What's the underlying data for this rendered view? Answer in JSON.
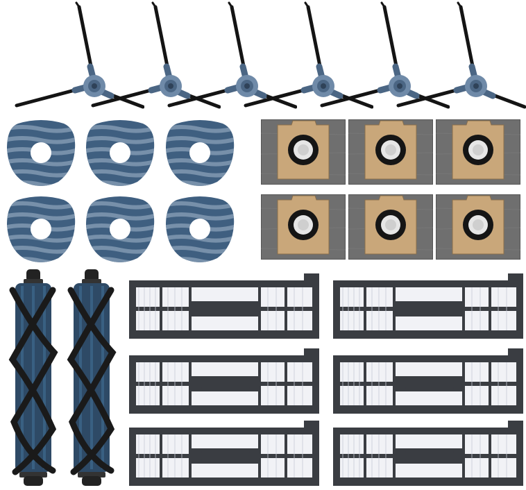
{
  "scene": {
    "background": "#ffffff",
    "kind": "robot vacuum accessory kit product photo"
  },
  "items": {
    "side_brushes": {
      "count": 6,
      "icon": "side-brush-icon",
      "hub_color": "#6f8aa8",
      "bristle_color": "#141414"
    },
    "mop_pads": {
      "count": 6,
      "icon": "mop-pad-icon",
      "color": "#3f5f80",
      "stripe_color": "#7e96ae"
    },
    "dust_bags": {
      "count": 6,
      "icon": "dust-bag-icon",
      "bag_color": "#6f6f6f",
      "card_color": "#c9a77a"
    },
    "main_brushes": {
      "count": 2,
      "icon": "main-brush-icon",
      "core_color": "#2e4a66",
      "bristle_color": "#1a1a1a"
    },
    "hepa_filters": {
      "count": 6,
      "icon": "filter-icon",
      "frame_color": "#3a3d42",
      "media_color": "#f1f2f6"
    }
  }
}
